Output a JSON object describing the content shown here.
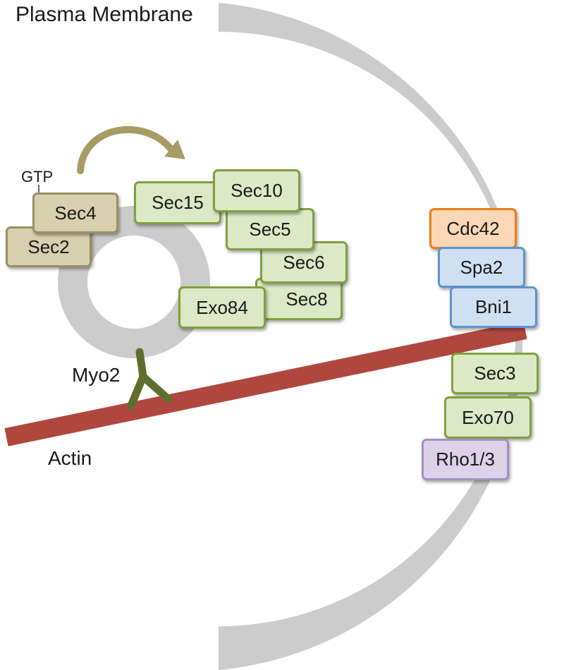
{
  "labels": {
    "plasma_membrane": "Plasma Membrane",
    "gtp": "GTP",
    "myo2": "Myo2",
    "actin": "Actin"
  },
  "proteins": {
    "sec2": "Sec2",
    "sec4": "Sec4",
    "sec15": "Sec15",
    "sec10": "Sec10",
    "sec5": "Sec5",
    "sec6": "Sec6",
    "sec8": "Sec8",
    "exo84": "Exo84",
    "cdc42": "Cdc42",
    "spa2": "Spa2",
    "bni1": "Bni1",
    "sec3": "Sec3",
    "exo70": "Exo70",
    "rho13": "Rho1/3"
  },
  "colors": {
    "membrane": "#cccccc",
    "actin": "#b0473f",
    "myo2": "#5f6e2e",
    "arrow": "#a89c65"
  }
}
